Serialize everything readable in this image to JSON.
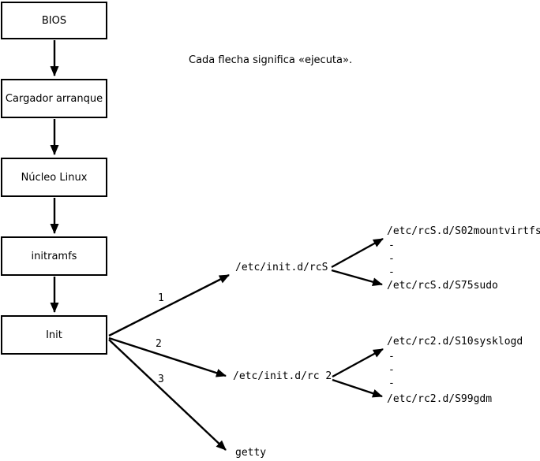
{
  "note": "Cada flecha significa «ejecuta».",
  "flow_boxes": [
    {
      "label": "BIOS"
    },
    {
      "label": "Cargador arranque"
    },
    {
      "label": "Núcleo Linux"
    },
    {
      "label": "initramfs"
    },
    {
      "label": "Init"
    }
  ],
  "branch_labels": {
    "one": "1",
    "two": "2",
    "three": "3"
  },
  "rcS": {
    "label": "/etc/init.d/rcS",
    "first_script": "/etc/rcS.d/S02mountvirtfs",
    "dots": "-\n-\n-",
    "last_script": "/etc/rcS.d/S75sudo"
  },
  "rc2": {
    "label": "/etc/init.d/rc 2",
    "first_script": "/etc/rc2.d/S10sysklogd",
    "dots": "-\n-\n-",
    "last_script": "/etc/rc2.d/S99gdm"
  },
  "getty": {
    "label": "getty"
  }
}
